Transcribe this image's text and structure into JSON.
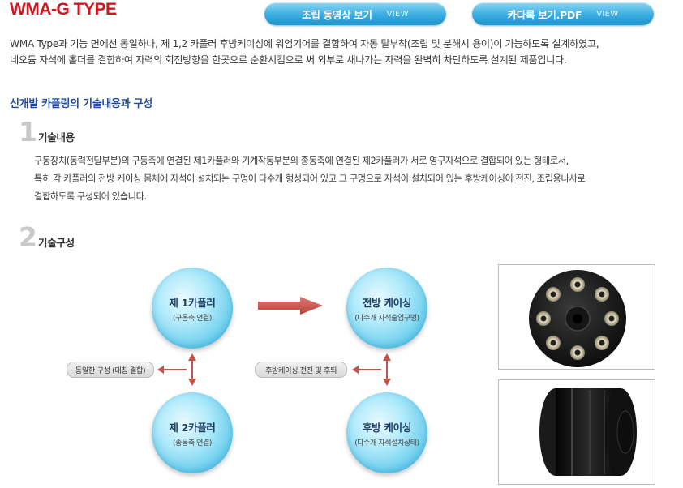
{
  "header": {
    "title": "WMA-G TYPE",
    "video_button": {
      "label": "조립 동영상 보기",
      "badge": "VIEW"
    },
    "catalog_button": {
      "label": "카다록 보기.PDF",
      "badge": "VIEW"
    }
  },
  "description": {
    "line1": "WMA Type과 기능 면에선 동일하나, 제 1,2 카플러 후방케이싱에 워엄기어를 결합하여 자동 탈부착(조립 및 분해시 용이)이 가능하도록 설계하였고,",
    "line2": "네오듐 자석에 홀더를 결합하여 자력의 회전방향을 한곳으로 순환시킴으로 써 외부로 새나가는 자력을 완벽히 차단하도록 설계된 제품입니다."
  },
  "section": {
    "title": "신개발 카플링의 기술내용과 구성"
  },
  "tech_content": {
    "number": "1",
    "heading": "기술내용",
    "lines": [
      "구동장치(동력전달부분)의 구동축에 연결된 제1카플러와 기계작동부분의 종동축에 연결된 제2카플러가 서로 영구자석으로 결합되어 있는 형태로서,",
      "특히 각 카플러의 전방 케이싱 몸체에 자석이 설치되는 구멍이 다수개 형성되어 있고 그 구멍으로 자석이 설치되어 있는 후방케이싱이 전진, 조립용나사로",
      "결합하도록 구성되어 있습니다."
    ]
  },
  "tech_structure": {
    "number": "2",
    "heading": "기술구성",
    "circles": {
      "c1": {
        "title": "제 1카플러",
        "sub": "(구동축 연결)"
      },
      "c2": {
        "title": "전방 케이싱",
        "sub": "(다수개 자석출입구멍)"
      },
      "c3": {
        "title": "제 2카플러",
        "sub": "(종동축 연결)"
      },
      "c4": {
        "title": "후방 케이싱",
        "sub": "(다수개 자석설치상태)"
      }
    },
    "pills": {
      "left": "동일한 구성 (대칭 결합)",
      "right": "후방케이싱 전진 및 후퇴"
    }
  },
  "colors": {
    "title_red": "#d4141e",
    "section_blue": "#1e4c9c",
    "arrow_red": "#c8514a",
    "button_blue": "#3fb1e3"
  }
}
